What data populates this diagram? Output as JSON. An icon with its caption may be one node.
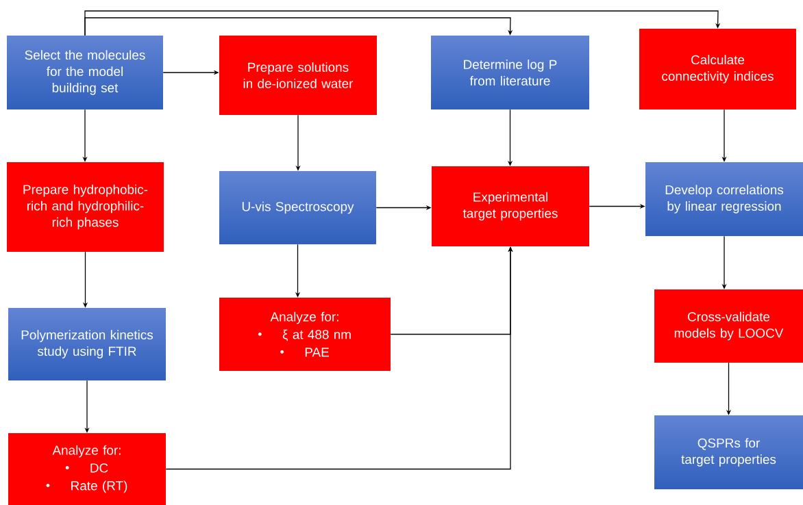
{
  "diagram": {
    "nodes": [
      {
        "text": [
          "Select the molecules for the model building set"
        ]
      },
      {
        "text": [
          "Prepare solutions in de-ionized water"
        ]
      },
      {
        "text": [
          "Determine log P from literature"
        ]
      },
      {
        "text": [
          "Calculate connectivity indices"
        ]
      },
      {
        "text": [
          "Prepare hydrophobic-rich and hydrophilic-rich phases"
        ]
      },
      {
        "text": [
          "U-vis Spectroscopy"
        ]
      },
      {
        "text": [
          "Experimental target properties"
        ]
      },
      {
        "text": [
          "Develop correlations by linear regression"
        ]
      },
      {
        "text": [
          "Polymerization kinetics study using FTIR"
        ]
      },
      {
        "text": [
          "Analyze for:",
          "ξ  at 488 nm",
          "PAE"
        ]
      },
      {
        "text": [
          "Cross-validate models by LOOCV"
        ]
      },
      {
        "text": [
          "Analyze for:",
          "DC",
          "Rate (RT)"
        ]
      },
      {
        "text": [
          "QSPRs for target properties"
        ]
      }
    ],
    "edges": [
      {
        "from": 0,
        "to": 1,
        "arrow": "to"
      },
      {
        "from": 0,
        "to": 4,
        "arrow": "to"
      },
      {
        "from": 0,
        "to": 2,
        "arrow": "to"
      },
      {
        "from": 0,
        "to": 3,
        "arrow": "to"
      },
      {
        "from": 1,
        "to": 5,
        "arrow": "to"
      },
      {
        "from": 2,
        "to": 6,
        "arrow": "to"
      },
      {
        "from": 3,
        "to": 7,
        "arrow": "to"
      },
      {
        "from": 4,
        "to": 8,
        "arrow": "to"
      },
      {
        "from": 5,
        "to": 6,
        "arrow": "to"
      },
      {
        "from": 5,
        "to": 9,
        "arrow": "to"
      },
      {
        "from": 6,
        "to": 7,
        "arrow": "to"
      },
      {
        "from": 7,
        "to": 10,
        "arrow": "to"
      },
      {
        "from": 10,
        "to": 12,
        "arrow": "to"
      },
      {
        "from": 8,
        "to": 11,
        "arrow": "to"
      },
      {
        "from": 9,
        "to": 6,
        "arrow": "to"
      },
      {
        "from": 11,
        "to": 6,
        "arrow": "to"
      }
    ]
  }
}
